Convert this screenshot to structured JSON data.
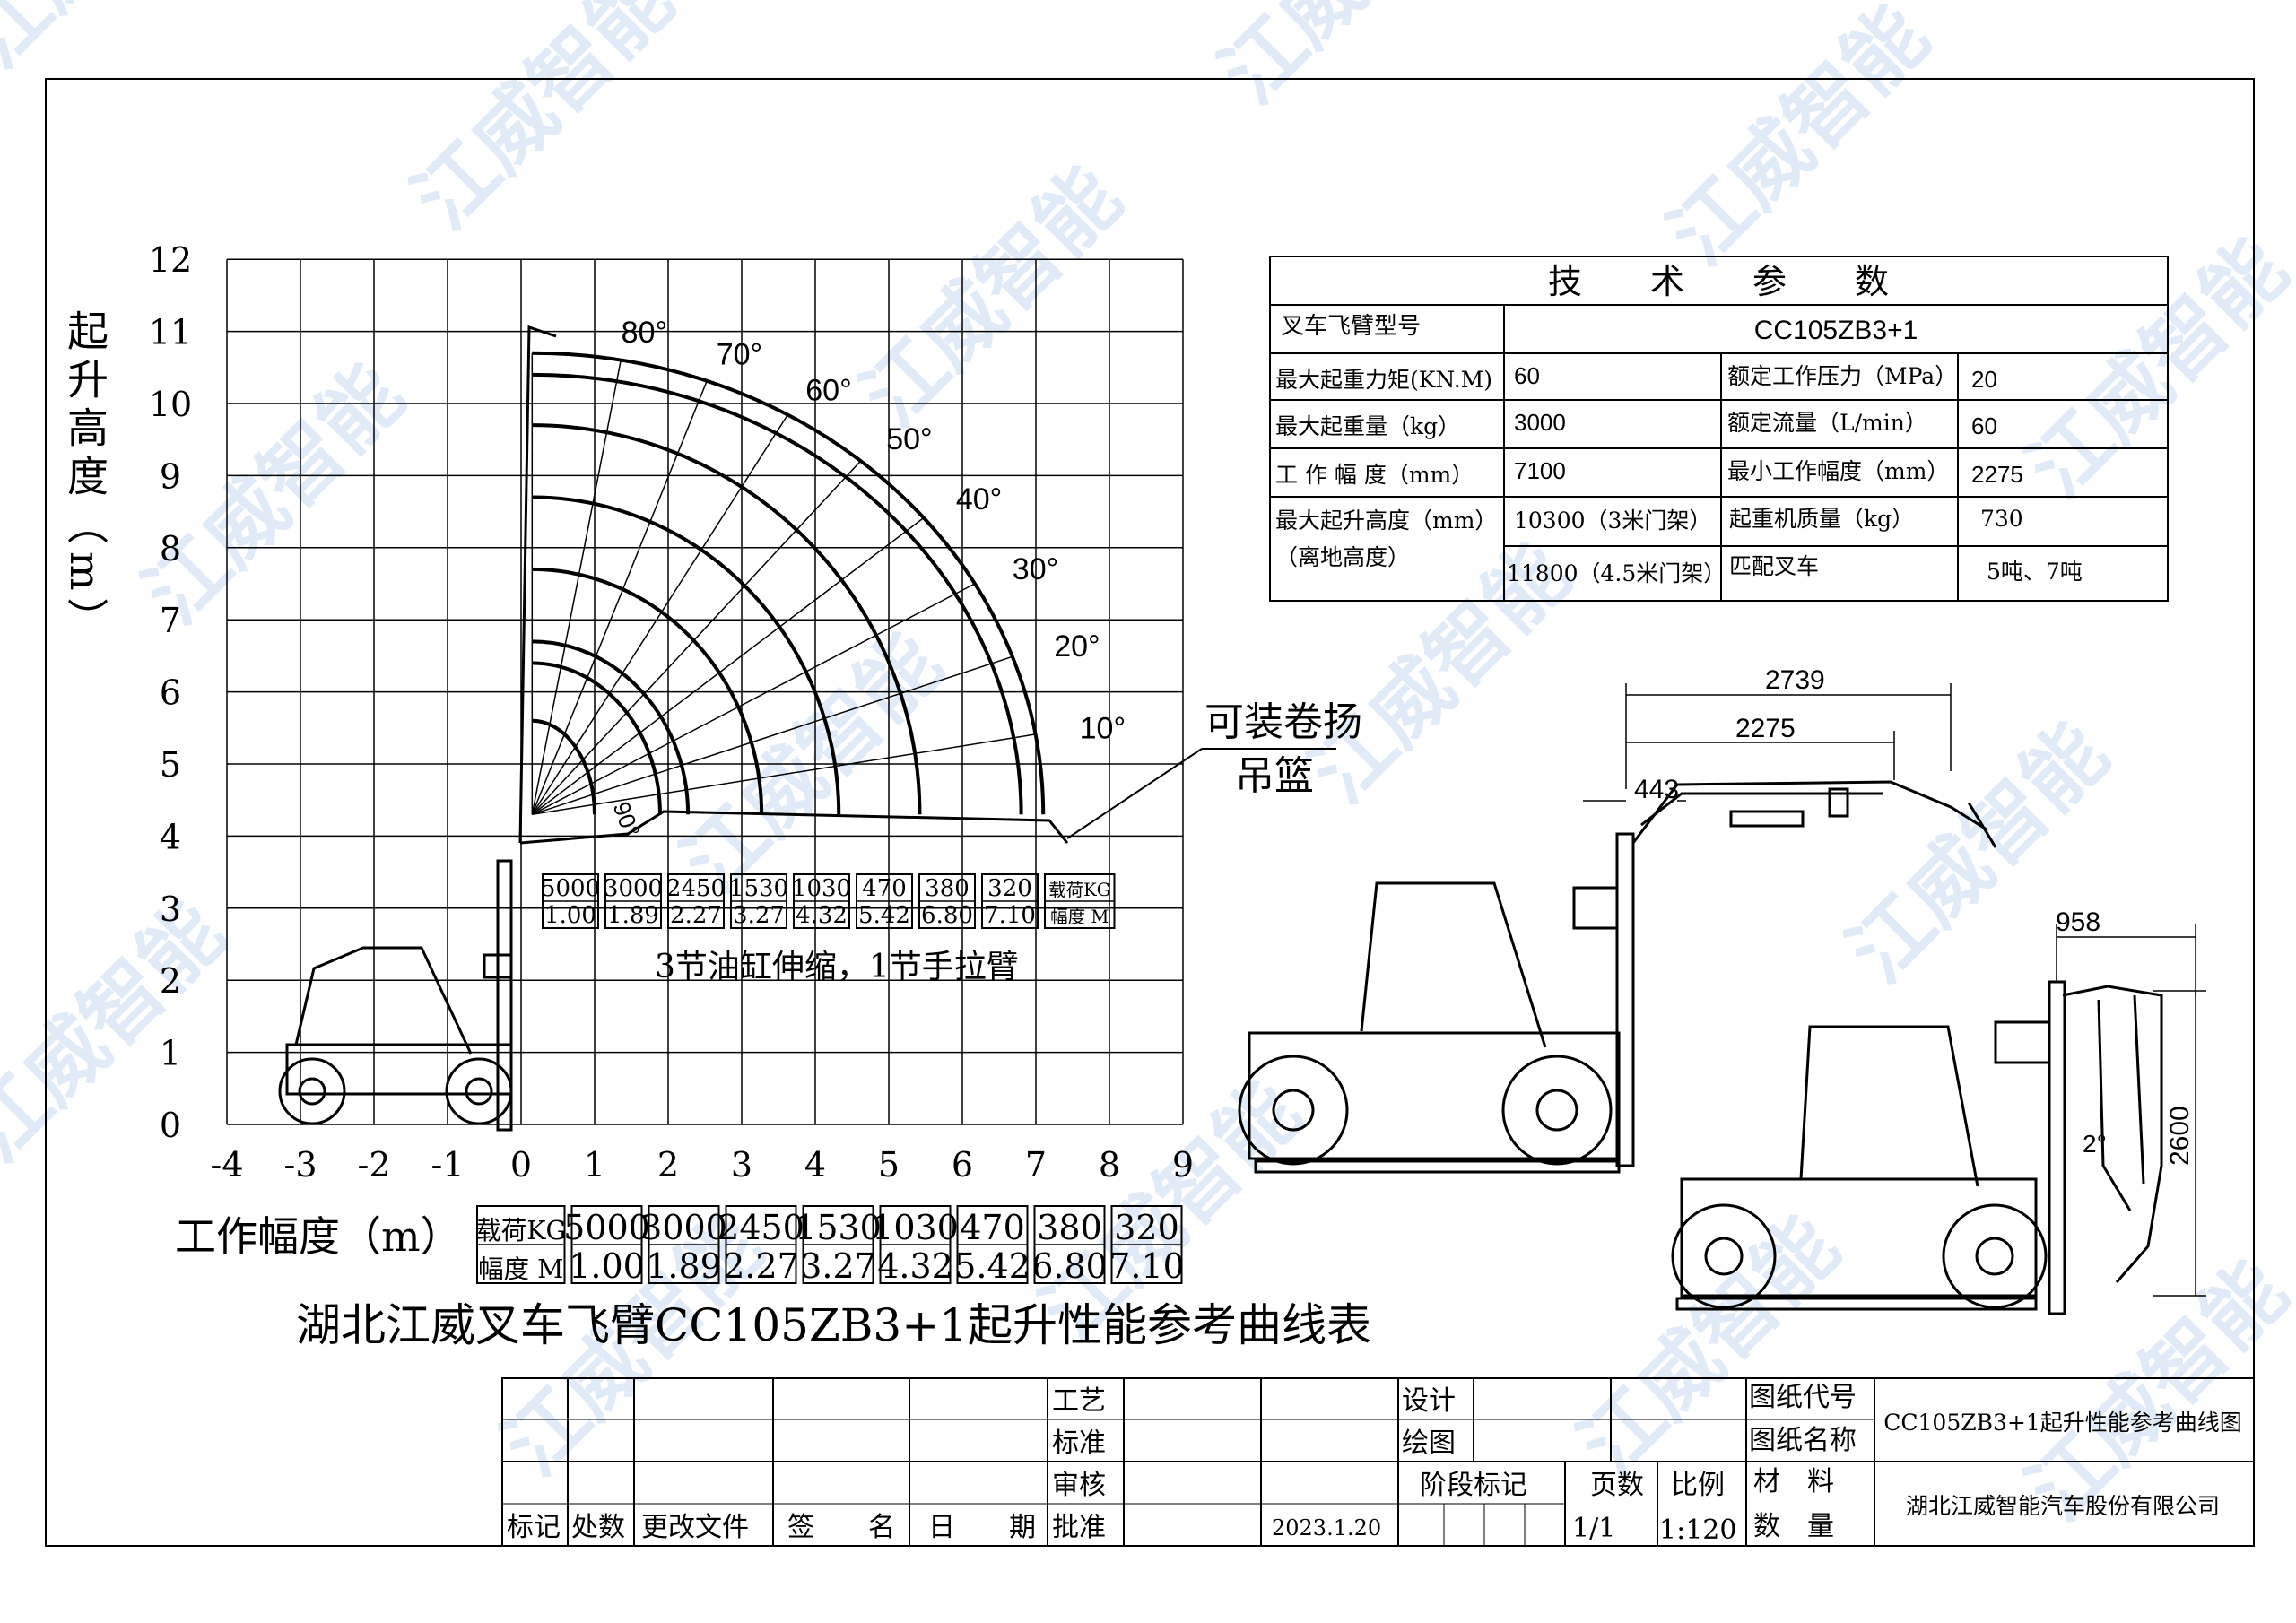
{
  "watermark": "江威智能",
  "chart_data": {
    "type": "line",
    "title": "湖北江威叉车飞臂CC105ZB3+1起升性能参考曲线表",
    "xlabel": "工作幅度（m）",
    "ylabel": "起升高度（m）",
    "xlim": [
      -4,
      9
    ],
    "ylim": [
      0,
      12
    ],
    "x_ticks": [
      "-4",
      "-3",
      "-2",
      "-1",
      "0",
      "1",
      "2",
      "3",
      "4",
      "5",
      "6",
      "7",
      "8",
      "9"
    ],
    "y_ticks": [
      "0",
      "1",
      "2",
      "3",
      "4",
      "5",
      "6",
      "7",
      "8",
      "9",
      "10",
      "11",
      "12"
    ],
    "grid": true,
    "pivot": [
      0.15,
      4.3
    ],
    "envelope_curves": [
      {
        "reach": 1.0,
        "top": 5.6
      },
      {
        "reach": 1.89,
        "top": 6.4
      },
      {
        "reach": 2.27,
        "top": 6.7
      },
      {
        "reach": 3.27,
        "top": 7.7
      },
      {
        "reach": 4.32,
        "top": 8.7
      },
      {
        "reach": 5.42,
        "top": 9.7
      },
      {
        "reach": 6.8,
        "top": 10.4
      },
      {
        "reach": 7.1,
        "top": 10.7
      }
    ],
    "angle_labels": [
      "90°",
      "80°",
      "70°",
      "60°",
      "50°",
      "40°",
      "30°",
      "20°",
      "10°"
    ],
    "angles": [
      90,
      80,
      70,
      60,
      50,
      40,
      30,
      20,
      10
    ],
    "load_table": {
      "header_load": "载荷KG",
      "header_radius": "幅度 M",
      "loads": [
        "5000",
        "3000",
        "2450",
        "1530",
        "1030",
        "470",
        "380",
        "320"
      ],
      "radii": [
        "1.00",
        "1.89",
        "2.27",
        "3.27",
        "4.32",
        "5.42",
        "6.80",
        "7.10"
      ]
    },
    "annotation_boom": "3节油缸伸缩，1节手拉臂",
    "annotation_winch": [
      "可装卷扬",
      "吊篮"
    ]
  },
  "tech_params": {
    "title": "技　　术　　参　　数",
    "model_label": "叉车飞臂型号",
    "model_value": "CC105ZB3+1",
    "rows": [
      {
        "l1": "最大起重力矩(KN.M)",
        "v1": "60",
        "l2": "额定工作压力（MPa）",
        "v2": "20"
      },
      {
        "l1": "最大起重量（kg）",
        "v1": "3000",
        "l2": "额定流量（L/min）",
        "v2": "60"
      },
      {
        "l1": "工 作 幅 度（mm）",
        "v1": "7100",
        "l2": "最小工作幅度（mm）",
        "v2": "2275"
      }
    ],
    "height_label_1": "最大起升高度（mm）",
    "height_label_2": "（离地高度）",
    "height_v1": "10300（3米门架）",
    "height_v2": "11800（4.5米门架）",
    "crane_mass_label": "起重机质量（kg）",
    "crane_mass_value": "730",
    "match_label": "匹配叉车",
    "match_value": "5吨、7吨"
  },
  "dimensions": {
    "d2739": "2739",
    "d2275": "2275",
    "d443": "443",
    "d958": "958",
    "d2600": "2600",
    "angle2": "2°"
  },
  "title_block": {
    "craft": "工艺",
    "standard": "标准",
    "review": "审核",
    "approve": "批准",
    "design": "设计",
    "draw": "绘图",
    "stage": "阶段标记",
    "pages_label": "页数",
    "scale_label": "比例",
    "drawing_code_label": "图纸代号",
    "drawing_name_label": "图纸名称",
    "material_label": "材　料",
    "qty_label": "数　量",
    "mark": "标记",
    "count": "处数",
    "change_doc": "更改文件",
    "sign": "签　　名",
    "date_label": "日　　期",
    "date": "2023.1.20",
    "pages": "1/1",
    "scale": "1:120",
    "drawing_name": "CC105ZB3+1起升性能参考曲线图",
    "company": "湖北江威智能汽车股份有限公司"
  }
}
